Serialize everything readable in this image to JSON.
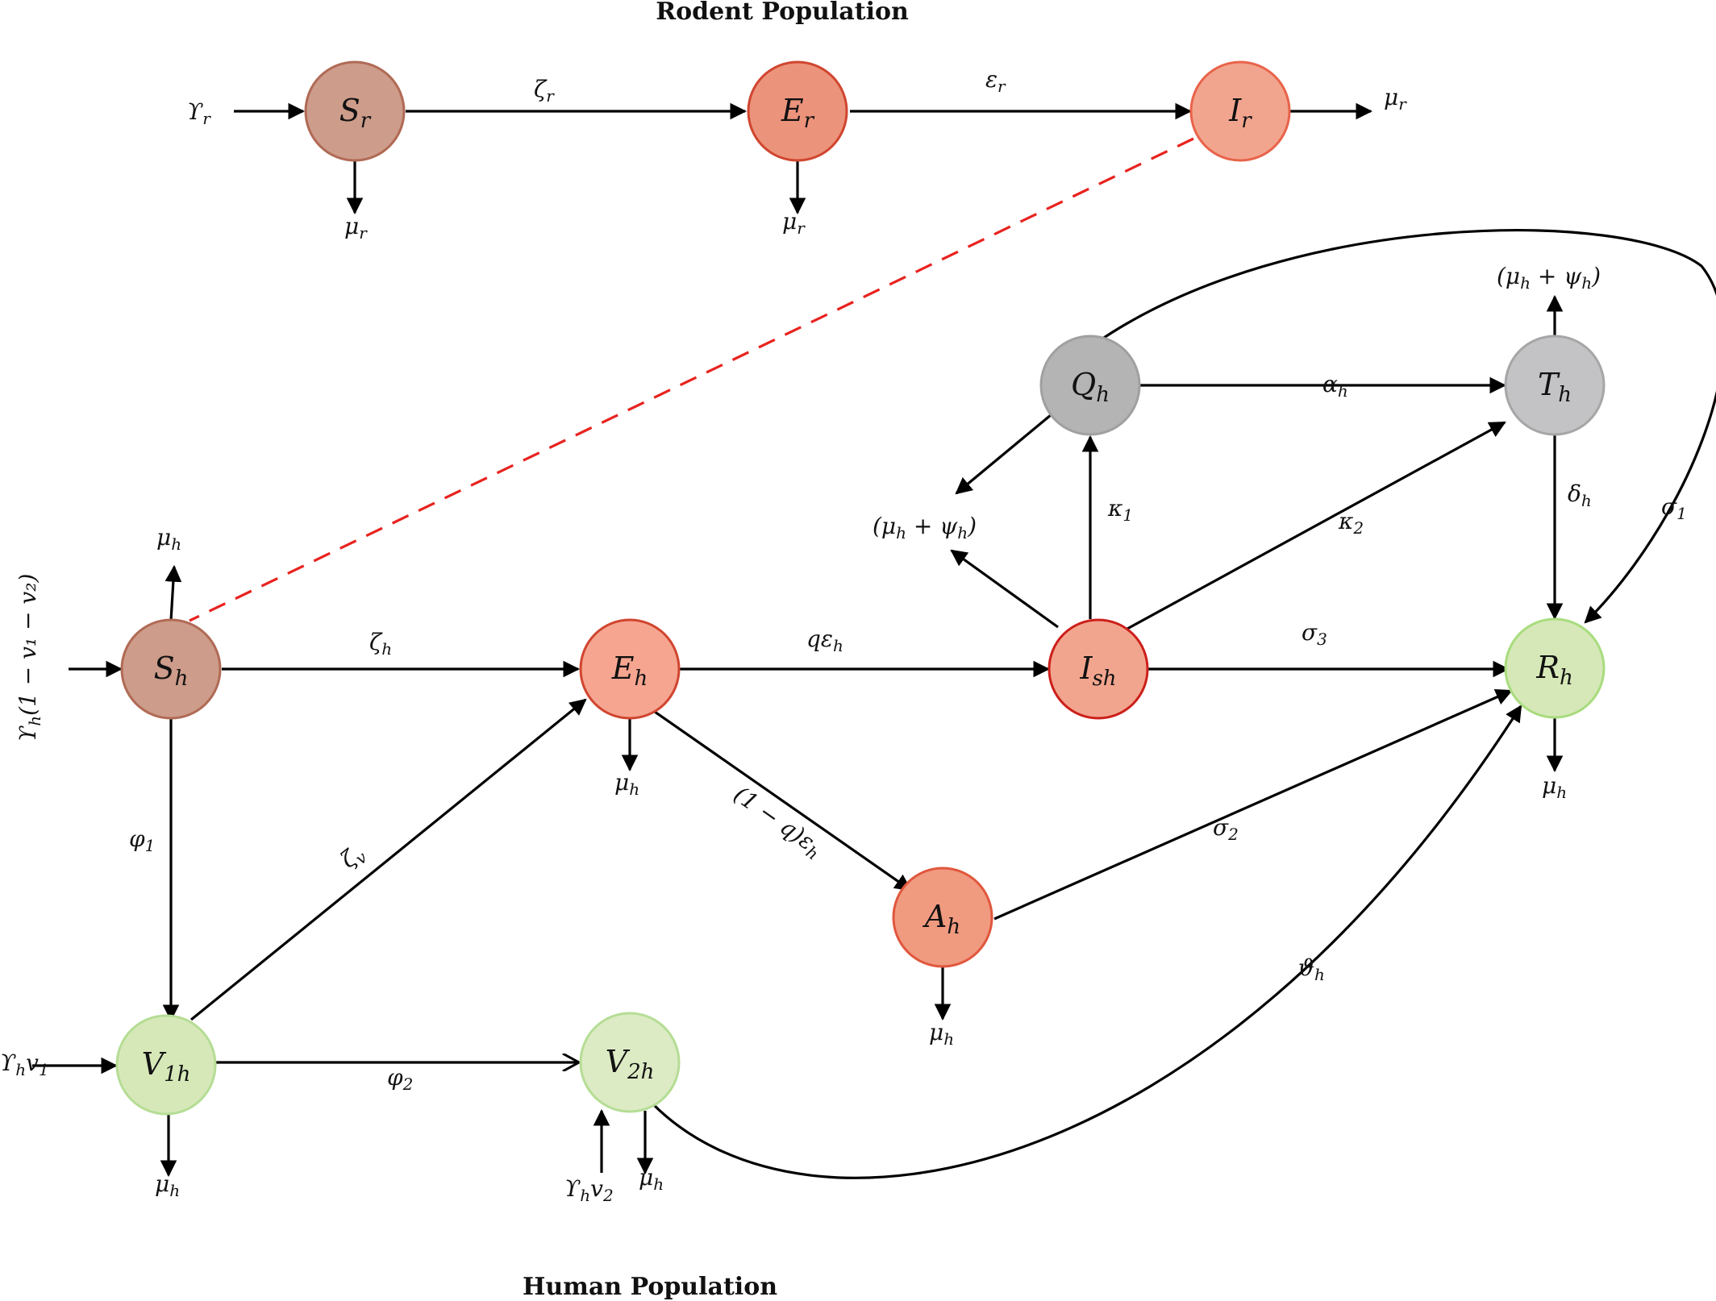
{
  "titles": {
    "rodent": "Rodent Population",
    "human": "Human Population"
  },
  "colors": {
    "susceptible_fill": "#cd9c8a",
    "susceptible_stroke": "#b06a55",
    "exposed_fill": "#ec937b",
    "exposed_stroke": "#d0452f",
    "infected_fill": "#f2a58e",
    "infected_stroke": "#cc1f1a",
    "quarantine_fill": "#b4b4b4",
    "quarantine_stroke": "#999999",
    "recovered_fill": "#d6e8b8",
    "recovered_stroke": "#a8dc7e",
    "transmission_link": "#e8231f"
  },
  "nodes": {
    "Sr": {
      "main": "S",
      "sub": "r"
    },
    "Er": {
      "main": "E",
      "sub": "r"
    },
    "Ir": {
      "main": "I",
      "sub": "r"
    },
    "Sh": {
      "main": "S",
      "sub": "h"
    },
    "Eh": {
      "main": "E",
      "sub": "h"
    },
    "Ish": {
      "main": "I",
      "sub": "sh"
    },
    "Qh": {
      "main": "Q",
      "sub": "h"
    },
    "Th": {
      "main": "T",
      "sub": "h"
    },
    "Rh": {
      "main": "R",
      "sub": "h"
    },
    "Ah": {
      "main": "A",
      "sub": "h"
    },
    "V1h": {
      "main": "V",
      "sub": "1h"
    },
    "V2h": {
      "main": "V",
      "sub": "2h"
    }
  },
  "labels": {
    "upsilon_r": "ϒ",
    "upsilon_r_sub": "r",
    "zeta_r": "ζ",
    "zeta_r_sub": "r",
    "eps_r": "ε",
    "eps_r_sub": "r",
    "mu_r_out": "μ",
    "mu_r_out_sub": "r",
    "mu_r_Sr": "μ",
    "mu_r_Sr_sub": "r",
    "mu_r_Er": "μ",
    "mu_r_Er_sub": "r",
    "upsilon_h_left": "ϒ",
    "upsilon_h_left_sub": "h",
    "upsilon_h_left_rest": "(1  −  v₁ − v₂)",
    "mu_h_Sh": "μ",
    "mu_h_Sh_sub": "h",
    "zeta_h": "ζ",
    "zeta_h_sub": "h",
    "q_eps_h": "qε",
    "q_eps_h_sub": "h",
    "sigma_3": "σ",
    "sigma_3_sub": "3",
    "mu_h_Eh": "μ",
    "mu_h_Eh_sub": "h",
    "one_minus_q_eps": "(1 − q)ε",
    "one_minus_q_eps_sub": "h",
    "phi_1": "φ",
    "phi_1_sub": "1",
    "zeta_v": "ζ",
    "zeta_v_sub": "v",
    "sigma_2": "σ",
    "sigma_2_sub": "2",
    "mu_h_Ah": "μ",
    "mu_h_Ah_sub": "h",
    "theta_h": "ϑ",
    "theta_h_sub": "h",
    "upsilon_v1": "ϒ",
    "upsilon_v1_sub": "h",
    "upsilon_v1_rest": "v",
    "upsilon_v1_rest_sub": "1",
    "phi_2": "φ",
    "phi_2_sub": "2",
    "mu_h_V1h": "μ",
    "mu_h_V1h_sub": "h",
    "upsilon_v2": "ϒ",
    "upsilon_v2_sub": "h",
    "upsilon_v2_rest": "v",
    "upsilon_v2_rest_sub": "2",
    "mu_h_V2h": "μ",
    "mu_h_V2h_sub": "h",
    "alpha_h": "α",
    "alpha_h_sub": "h",
    "kappa_1": "κ",
    "kappa_1_sub": "1",
    "kappa_2": "κ",
    "kappa_2_sub": "2",
    "delta_h": "δ",
    "delta_h_sub": "h",
    "sigma_1": "σ",
    "sigma_1_sub": "1",
    "mu_h_Rh": "μ",
    "mu_h_Rh_sub": "h",
    "mu_psi_top_a": "(μ",
    "mu_psi_top_a_sub": "h",
    "mu_psi_top_b": " +  ψ",
    "mu_psi_top_b_sub": "h",
    "mu_psi_top_c": ")",
    "mu_psi_mid_a": "(μ",
    "mu_psi_mid_a_sub": "h",
    "mu_psi_mid_b": " +  ψ",
    "mu_psi_mid_b_sub": "h",
    "mu_psi_mid_c": ")"
  }
}
